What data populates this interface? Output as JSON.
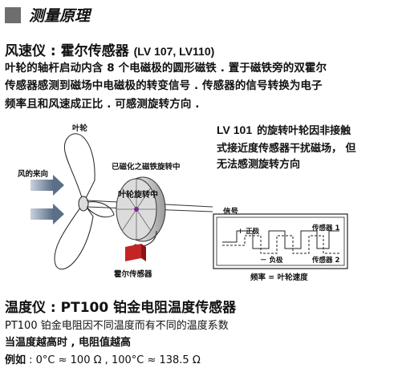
{
  "section": {
    "title": "测量原理"
  },
  "wind": {
    "heading": "风速仪 : 霍尔传感器",
    "models": "(LV 107, LV110)",
    "desc": [
      "叶轮的轴杆启动内含 8 个电磁极的圆形磁铁 . 置于磁铁旁的双霍尔",
      "传感器感测到磁场中电磁极的转变信号 . 传感器的信号转换为电子",
      "频率且和风速成正比 . 可感测旋转方向 ."
    ]
  },
  "diagram": {
    "fan": "叶轮",
    "wind_direction": "风的来向",
    "magnet": "已磁化之磁铁旋转中",
    "rotating": "叶轮旋转中",
    "hall_sensor": "霍尔传感器",
    "signal": "信号",
    "positive": "+ 正极",
    "negative": "－ 负极",
    "sensor1": "传感器 1",
    "sensor2": "传感器 2",
    "frequency": "频率 = 叶轮速度"
  },
  "lv101": {
    "model": "LV  101",
    "lines": [
      "的旋转叶轮因非接触",
      "式接近度传感器干扰磁场， 但",
      "无法感测旋转方向"
    ]
  },
  "temperature": {
    "heading": "温度仪 : PT100 铂金电阻温度传感器",
    "line1": "PT100 铂金电阻因不同温度而有不同的温度系数",
    "line2": "当温度越高时 , 电阻值越高",
    "example_label": "例如",
    "example_values": " : 0°C ≈ 100 Ω , 100°C ≈ 138.5 Ω"
  }
}
